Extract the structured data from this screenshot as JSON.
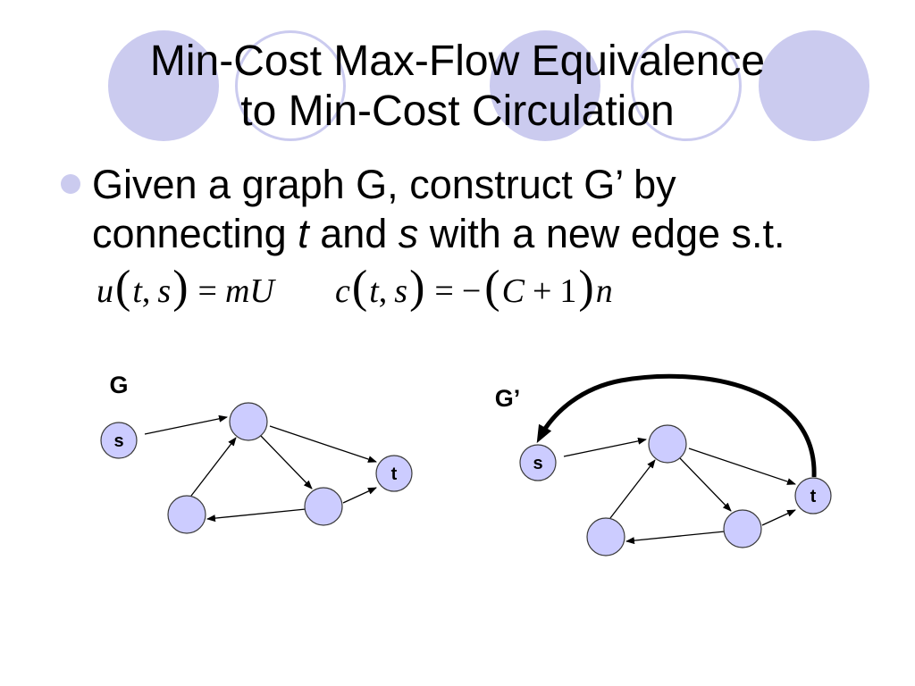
{
  "title": {
    "line1": "Min-Cost Max-Flow Equivalence",
    "line2": "to Min-Cost Circulation"
  },
  "bullet": {
    "line1": "Given a graph G, construct G’ by",
    "line2": [
      "connecting ",
      "t",
      " and ",
      "s",
      " with a new edge s.t."
    ]
  },
  "formula": {
    "capacity": "u(t,s)=mU",
    "cost": "c(t,s)=−(C+1)n"
  },
  "graph_g": {
    "label": "G",
    "source_label": "s",
    "sink_label": "t"
  },
  "graph_g_prime": {
    "label": "G’",
    "source_label": "s",
    "sink_label": "t"
  },
  "colors": {
    "accent": "#cbcbef",
    "node_fill": "#ccccff",
    "text": "#000000"
  }
}
